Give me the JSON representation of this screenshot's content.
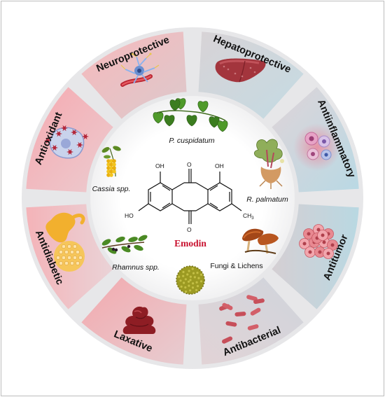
{
  "compound": {
    "name": "Emodin",
    "atoms": {
      "oh": "OH",
      "ho": "HO",
      "o": "O",
      "ch3": "CH",
      "sub3": "3"
    }
  },
  "activities": [
    {
      "label": "Neuroprotective",
      "icon": "neuron-icon"
    },
    {
      "label": "Hepatoprotective",
      "icon": "liver-icon"
    },
    {
      "label": "Antiinflammatory",
      "icon": "immune-cells-icon"
    },
    {
      "label": "Antitumor",
      "icon": "tumor-cells-icon"
    },
    {
      "label": "Antibacterial",
      "icon": "bacteria-icon"
    },
    {
      "label": "Laxative",
      "icon": "stool-icon"
    },
    {
      "label": "Antidiabetic",
      "icon": "pancreas-icon"
    },
    {
      "label": "Antioxidant",
      "icon": "oxidative-cell-icon"
    }
  ],
  "sources": {
    "p_cuspidatum": "P. cuspidatum",
    "cassia": "Cassia spp.",
    "r_palmatum": "R. palmatum",
    "rhamnus": "Rhamnus spp.",
    "fungi": "Fungi & Lichens"
  },
  "colors": {
    "pink_segment": "#f3c4c6",
    "blue_segment": "#cfe3ea",
    "gray_segment": "#d6d6d9",
    "outer_disc": "#e6e6e8",
    "title_red": "#c8102e"
  }
}
